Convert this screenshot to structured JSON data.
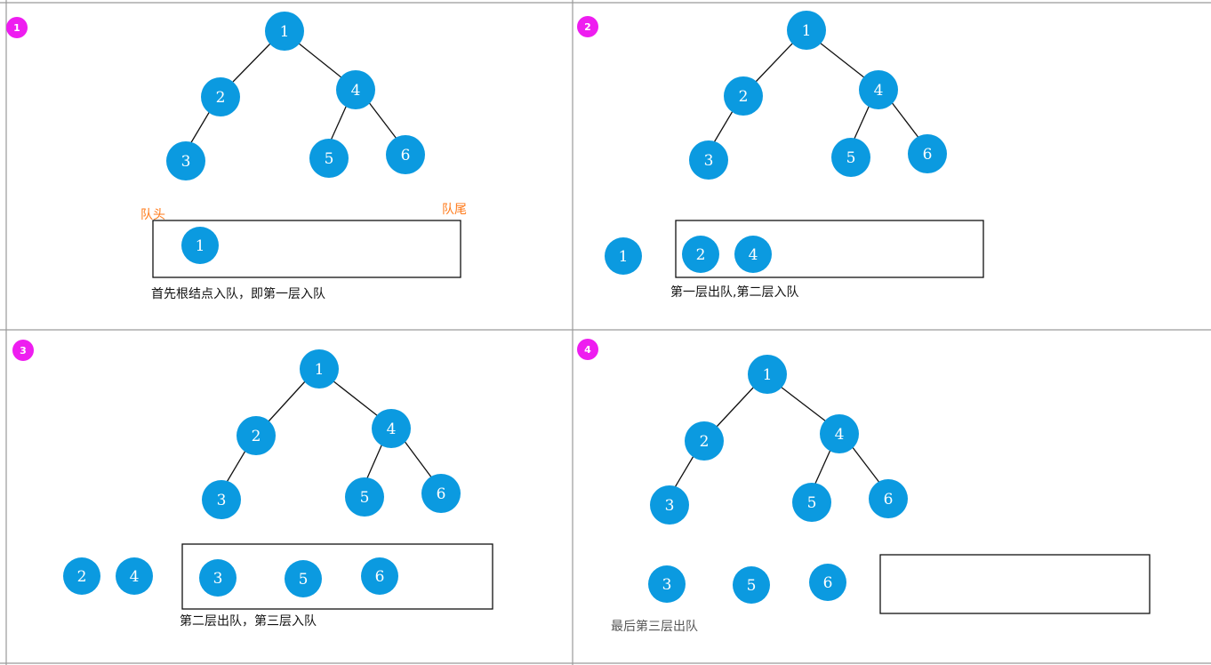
{
  "colors": {
    "node": "#0b9ae0",
    "badge": "#ee1df0",
    "label_orange": "#ff7a1a"
  },
  "panels": [
    {
      "badge": "1",
      "tree": {
        "n1": "1",
        "n2": "2",
        "n3": "3",
        "n4": "4",
        "n5": "5",
        "n6": "6"
      },
      "queue_head_label": "队头",
      "queue_tail_label": "队尾",
      "queue_items": [
        "1"
      ],
      "dequeued": [],
      "caption": "首先根结点入队，即第一层入队"
    },
    {
      "badge": "2",
      "tree": {
        "n1": "1",
        "n2": "2",
        "n3": "3",
        "n4": "4",
        "n5": "5",
        "n6": "6"
      },
      "queue_items": [
        "2",
        "4"
      ],
      "dequeued": [
        "1"
      ],
      "caption": "第一层出队,第二层入队"
    },
    {
      "badge": "3",
      "tree": {
        "n1": "1",
        "n2": "2",
        "n3": "3",
        "n4": "4",
        "n5": "5",
        "n6": "6"
      },
      "queue_items": [
        "3",
        "5",
        "6"
      ],
      "dequeued": [
        "2",
        "4"
      ],
      "caption": "第二层出队，第三层入队"
    },
    {
      "badge": "4",
      "tree": {
        "n1": "1",
        "n2": "2",
        "n3": "3",
        "n4": "4",
        "n5": "5",
        "n6": "6"
      },
      "queue_items": [],
      "dequeued": [
        "3",
        "5",
        "6"
      ],
      "caption": "最后第三层出队"
    }
  ]
}
